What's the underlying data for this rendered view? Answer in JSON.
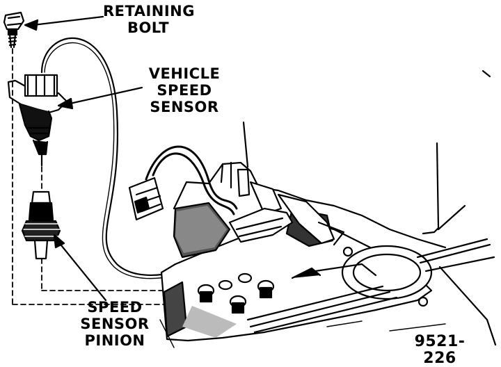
{
  "labels": {
    "retaining_bolt": [
      "RETAINING",
      "BOLT"
    ],
    "vehicle_speed_sensor": [
      "VEHICLE",
      "SPEED",
      "SENSOR"
    ],
    "speed_sensor_pinion": [
      "SPEED",
      "SENSOR",
      "PINION"
    ]
  },
  "figure_number": "9521-226"
}
